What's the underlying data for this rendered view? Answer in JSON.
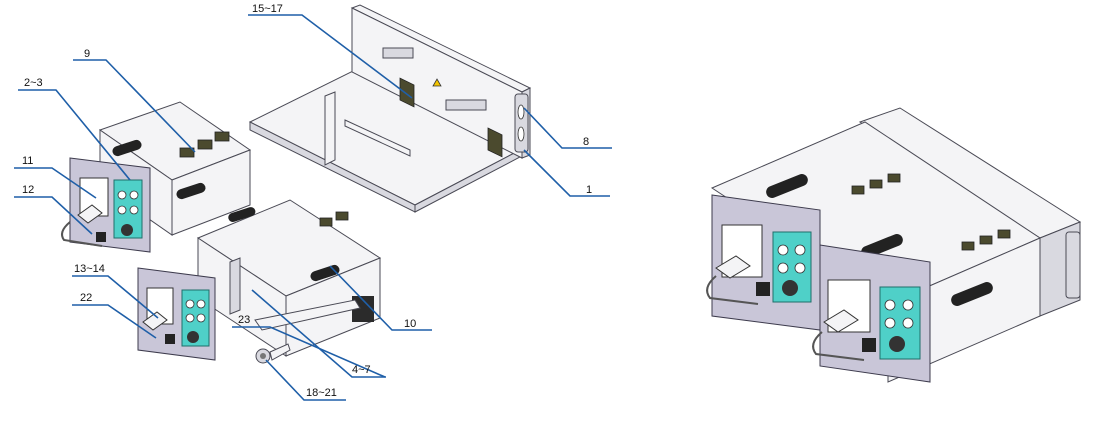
{
  "callouts": [
    {
      "id": "c-15-17",
      "label": "15~17"
    },
    {
      "id": "c-9",
      "label": "9"
    },
    {
      "id": "c-2-3",
      "label": "2~3"
    },
    {
      "id": "c-11",
      "label": "11"
    },
    {
      "id": "c-12",
      "label": "12"
    },
    {
      "id": "c-8",
      "label": "8"
    },
    {
      "id": "c-1",
      "label": "1"
    },
    {
      "id": "c-13-14",
      "label": "13~14"
    },
    {
      "id": "c-22",
      "label": "22"
    },
    {
      "id": "c-23",
      "label": "23"
    },
    {
      "id": "c-10",
      "label": "10"
    },
    {
      "id": "c-4-7",
      "label": "4~7"
    },
    {
      "id": "c-18-21",
      "label": "18~21"
    }
  ],
  "colors": {
    "leader": "#1f5fa8",
    "panel_teal": "#4fd0c8",
    "front_plate": "#c9c6d8",
    "sheet_metal": "#f4f4f6"
  }
}
